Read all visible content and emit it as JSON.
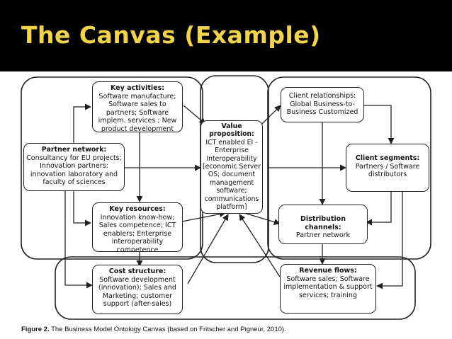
{
  "slide": {
    "title": "The Canvas (Example)",
    "title_color": "#f2d44a",
    "header_bg": "#000000"
  },
  "diagram": {
    "key_activities": {
      "label": "Key activities:",
      "text": "Software manufacture; Software sales to partners; Software implem. services ; New product development"
    },
    "value_proposition": {
      "label": "Value proposition:",
      "text": "ICT enabled EI - Enterprise Interoperability [economic Server OS; document management software; communications platform]"
    },
    "client_relationships": {
      "label": "Client relationships:",
      "text": "Global Business-to-Business Customized"
    },
    "partner_network": {
      "label": "Partner network:",
      "text": "Consultancy for EU projects; Innovation partners: innovation laboratory and faculty of sciences"
    },
    "client_segments": {
      "label": "Client segments:",
      "text": "Partners / Software distributors"
    },
    "key_resources": {
      "label": "Key resources:",
      "text": "Innovation know-how; Sales competence; ICT enablers; Enterprise interoperability competence"
    },
    "distribution_channels": {
      "label": "Distribution channels:",
      "text": "Partner network"
    },
    "cost_structure": {
      "label": "Cost structure:",
      "text": "Software development (innovation); Sales and Marketing; customer support (after-sales)"
    },
    "revenue_flows": {
      "label": "Revenue flows:",
      "text": "Software sales; Software implementation & support services; training"
    }
  },
  "caption": {
    "figure": "Figure 2.",
    "text": "The Business Model Ontology Canvas (based on Fritscher and Pigneur, 2010)."
  }
}
